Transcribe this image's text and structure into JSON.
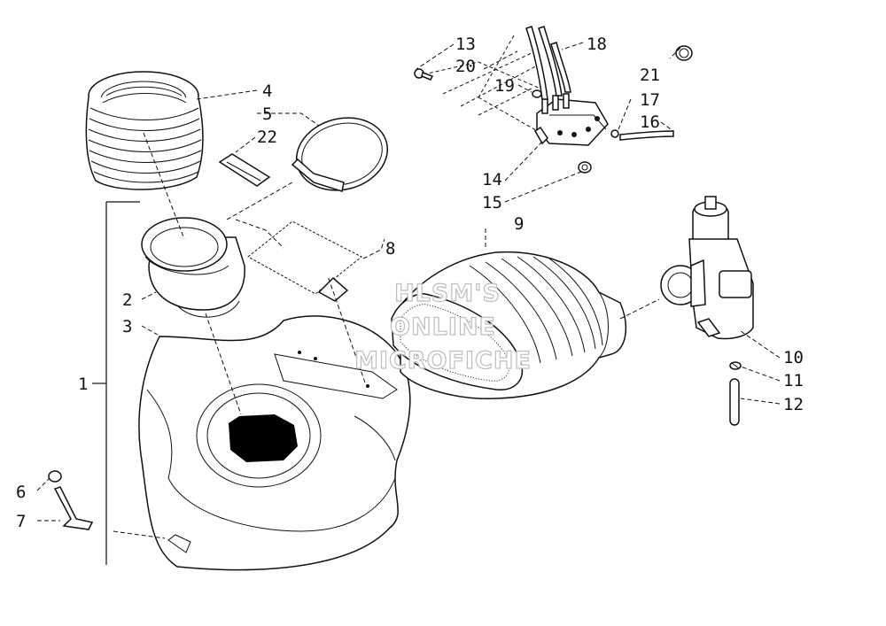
{
  "diagram": {
    "watermark_lines": [
      "HLSM'S",
      "ONLINE",
      "MICROFICHE"
    ],
    "callouts": [
      {
        "id": "1",
        "label": "1"
      },
      {
        "id": "2",
        "label": "2"
      },
      {
        "id": "3",
        "label": "3"
      },
      {
        "id": "4",
        "label": "4"
      },
      {
        "id": "5",
        "label": "5"
      },
      {
        "id": "6",
        "label": "6"
      },
      {
        "id": "7",
        "label": "7"
      },
      {
        "id": "8",
        "label": "8"
      },
      {
        "id": "9",
        "label": "9"
      },
      {
        "id": "10",
        "label": "10"
      },
      {
        "id": "11",
        "label": "11"
      },
      {
        "id": "12",
        "label": "12"
      },
      {
        "id": "13",
        "label": "13"
      },
      {
        "id": "14",
        "label": "14"
      },
      {
        "id": "15",
        "label": "15"
      },
      {
        "id": "16",
        "label": "16"
      },
      {
        "id": "17",
        "label": "17"
      },
      {
        "id": "18",
        "label": "18"
      },
      {
        "id": "19",
        "label": "19"
      },
      {
        "id": "20",
        "label": "20"
      },
      {
        "id": "21",
        "label": "21"
      },
      {
        "id": "22",
        "label": "22"
      }
    ]
  }
}
